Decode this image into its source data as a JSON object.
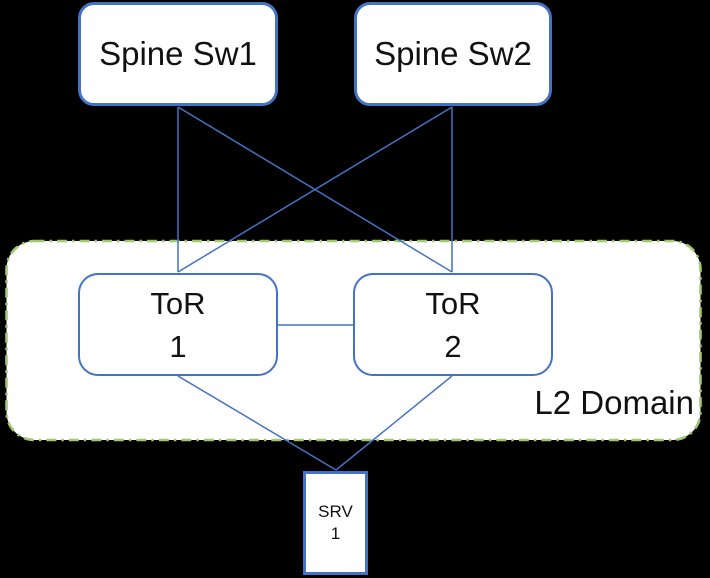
{
  "diagram": {
    "nodes": {
      "spine1": {
        "label": "Spine Sw1"
      },
      "spine2": {
        "label": "Spine Sw2"
      },
      "tor1": {
        "line1": "ToR",
        "line2": "1"
      },
      "tor2": {
        "line1": "ToR",
        "line2": "2"
      },
      "srv1": {
        "line1": "SRV",
        "line2": "1"
      },
      "l2_domain": {
        "label": "L2 Domain",
        "contains": [
          "tor1",
          "tor2"
        ]
      }
    },
    "edges": [
      [
        "spine1",
        "tor1"
      ],
      [
        "spine1",
        "tor2"
      ],
      [
        "spine2",
        "tor1"
      ],
      [
        "spine2",
        "tor2"
      ],
      [
        "tor1",
        "tor2"
      ],
      [
        "tor1",
        "srv1"
      ],
      [
        "tor2",
        "srv1"
      ]
    ],
    "colors": {
      "background": "#000000",
      "node_fill": "#FFFFFF",
      "node_border": "#4472C4",
      "connector": "#4472C4",
      "l2_border": "#A0C86E",
      "text": "#111111"
    }
  }
}
